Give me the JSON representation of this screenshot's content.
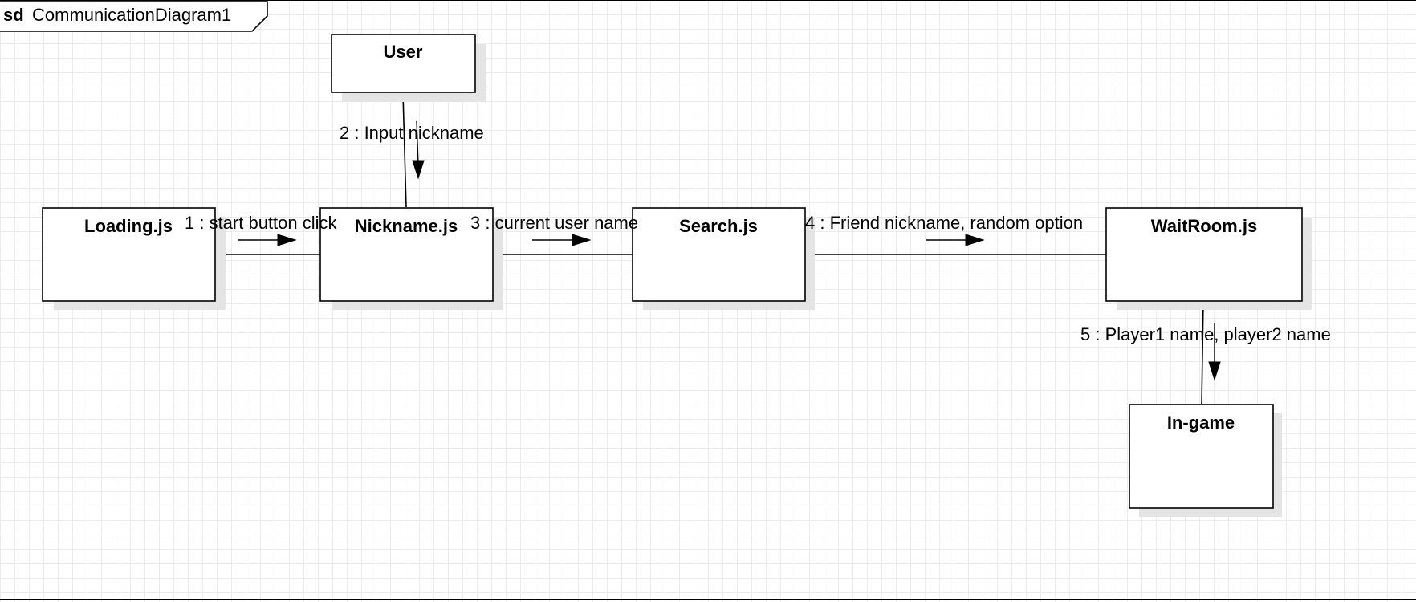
{
  "frame": {
    "kind": "sd",
    "name": "CommunicationDiagram1"
  },
  "lifelines": [
    {
      "id": "user",
      "label": "User"
    },
    {
      "id": "loading",
      "label": "Loading.js"
    },
    {
      "id": "nickname",
      "label": "Nickname.js"
    },
    {
      "id": "search",
      "label": "Search.js"
    },
    {
      "id": "waitroom",
      "label": "WaitRoom.js"
    },
    {
      "id": "ingame",
      "label": "In-game"
    }
  ],
  "links": [
    {
      "from": "user",
      "to": "nickname"
    },
    {
      "from": "loading",
      "to": "nickname"
    },
    {
      "from": "nickname",
      "to": "search"
    },
    {
      "from": "search",
      "to": "waitroom"
    },
    {
      "from": "waitroom",
      "to": "ingame"
    }
  ],
  "messages": [
    {
      "seq": "1",
      "text": "1 : start button click",
      "from": "loading",
      "to": "nickname"
    },
    {
      "seq": "2",
      "text": "2 : Input nickname",
      "from": "user",
      "to": "nickname"
    },
    {
      "seq": "3",
      "text": "3 : current user name",
      "from": "nickname",
      "to": "search"
    },
    {
      "seq": "4",
      "text": "4 : Friend nickname, random option",
      "from": "search",
      "to": "waitroom"
    },
    {
      "seq": "5",
      "text": "5 : Player1 name, player2 name",
      "from": "waitroom",
      "to": "ingame"
    }
  ]
}
